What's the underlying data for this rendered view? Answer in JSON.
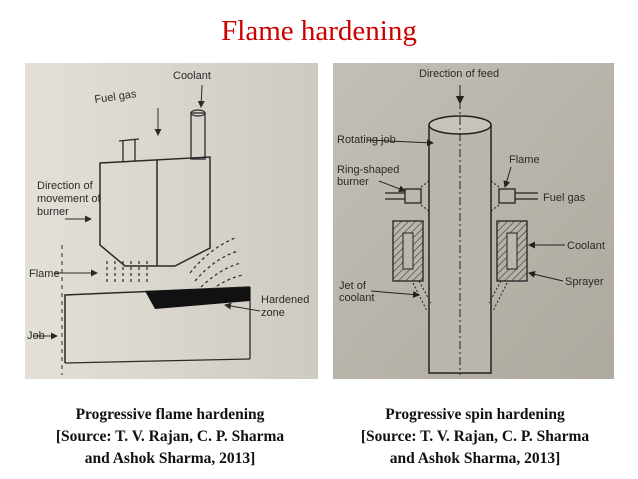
{
  "title": "Flame hardening",
  "left_figure": {
    "labels": {
      "coolant": "Coolant",
      "fuel_gas": "Fuel gas",
      "direction_line1": "Direction of",
      "direction_line2": "movement of",
      "direction_line3": "burner",
      "flame": "Flame",
      "hardened_line1": "Hardened",
      "hardened_line2": "zone",
      "job": "Job"
    },
    "caption": {
      "line1": "Progressive flame hardening",
      "line2": "[Source: T. V. Rajan, C. P. Sharma",
      "line3": "and Ashok Sharma, 2013]"
    }
  },
  "right_figure": {
    "labels": {
      "direction_of_feed": "Direction of feed",
      "rotating_job": "Rotating job",
      "ring_line1": "Ring-shaped",
      "ring_line2": "burner",
      "flame": "Flame",
      "fuel_gas": "Fuel gas",
      "coolant": "Coolant",
      "sprayer": "Sprayer",
      "jet_line1": "Jet of",
      "jet_line2": "coolant"
    },
    "caption": {
      "line1": "Progressive spin hardening",
      "line2": "[Source: T. V. Rajan, C. P. Sharma",
      "line3": "and Ashok Sharma, 2013]"
    }
  }
}
